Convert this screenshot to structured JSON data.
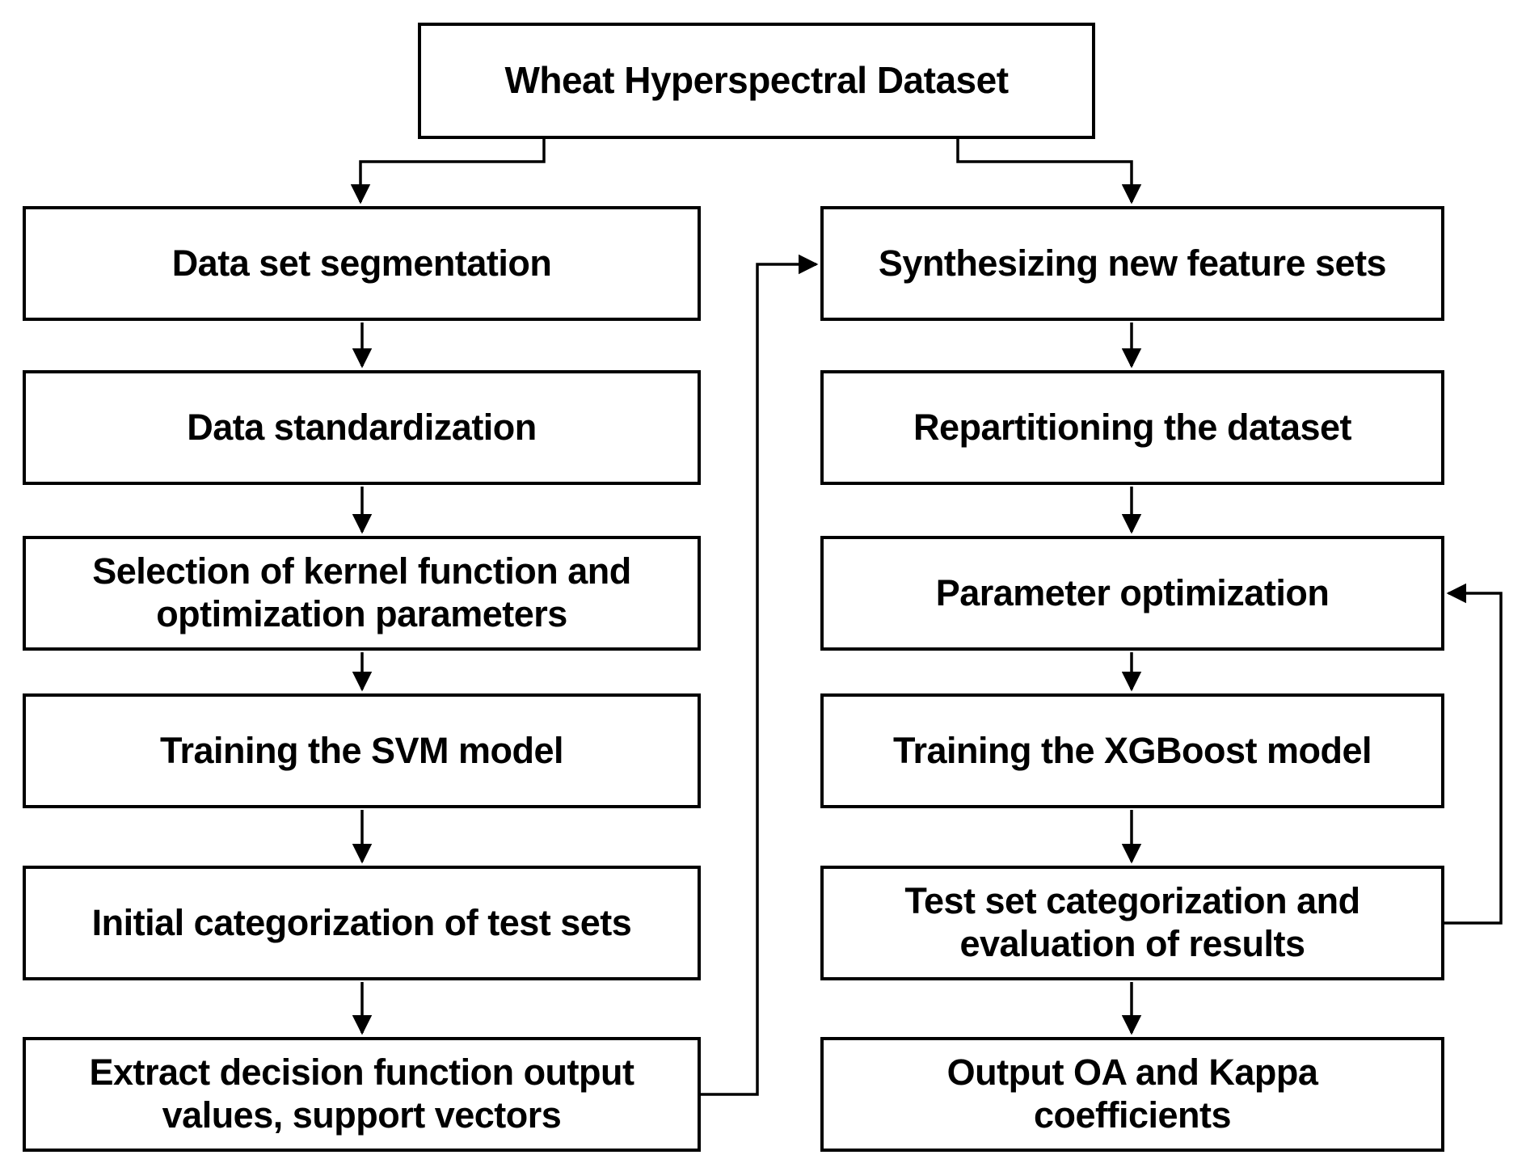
{
  "colors": {
    "page_background": "#ffffff",
    "box_background": "#ffffff",
    "box_border": "#000000",
    "line": "#000000",
    "text": "#000000"
  },
  "nodes": {
    "root": {
      "id": "wheat-hyperspectral-dataset",
      "label": "Wheat Hyperspectral Dataset"
    },
    "left": [
      {
        "id": "data-set-segmentation",
        "label": "Data set segmentation"
      },
      {
        "id": "data-standardization",
        "label": "Data standardization"
      },
      {
        "id": "selection-kernel-function",
        "label": "Selection of kernel function and\noptimization parameters"
      },
      {
        "id": "training-svm-model",
        "label": "Training the SVM model"
      },
      {
        "id": "initial-categorization-tests",
        "label": "Initial categorization of test sets"
      },
      {
        "id": "extract-decision-function",
        "label": "Extract decision function output\nvalues, support vectors"
      }
    ],
    "right": [
      {
        "id": "synthesizing-new-feature-sets",
        "label": "Synthesizing new feature sets"
      },
      {
        "id": "repartitioning-dataset",
        "label": "Repartitioning the dataset"
      },
      {
        "id": "parameter-optimization",
        "label": "Parameter optimization"
      },
      {
        "id": "training-xgboost-model",
        "label": "Training the XGBoost model"
      },
      {
        "id": "test-set-categorization",
        "label": "Test set categorization and\nevaluation of results"
      },
      {
        "id": "output-oa-kappa",
        "label": "Output OA and Kappa\ncoefficients"
      }
    ]
  },
  "edges": [
    {
      "from": "wheat-hyperspectral-dataset",
      "to": "data-set-segmentation"
    },
    {
      "from": "wheat-hyperspectral-dataset",
      "to": "synthesizing-new-feature-sets"
    },
    {
      "from": "data-set-segmentation",
      "to": "data-standardization"
    },
    {
      "from": "data-standardization",
      "to": "selection-kernel-function"
    },
    {
      "from": "selection-kernel-function",
      "to": "training-svm-model"
    },
    {
      "from": "training-svm-model",
      "to": "initial-categorization-tests"
    },
    {
      "from": "initial-categorization-tests",
      "to": "extract-decision-function"
    },
    {
      "from": "extract-decision-function",
      "to": "synthesizing-new-feature-sets"
    },
    {
      "from": "synthesizing-new-feature-sets",
      "to": "repartitioning-dataset"
    },
    {
      "from": "repartitioning-dataset",
      "to": "parameter-optimization"
    },
    {
      "from": "parameter-optimization",
      "to": "training-xgboost-model"
    },
    {
      "from": "training-xgboost-model",
      "to": "test-set-categorization"
    },
    {
      "from": "test-set-categorization",
      "to": "output-oa-kappa"
    },
    {
      "from": "test-set-categorization",
      "to": "parameter-optimization"
    }
  ]
}
